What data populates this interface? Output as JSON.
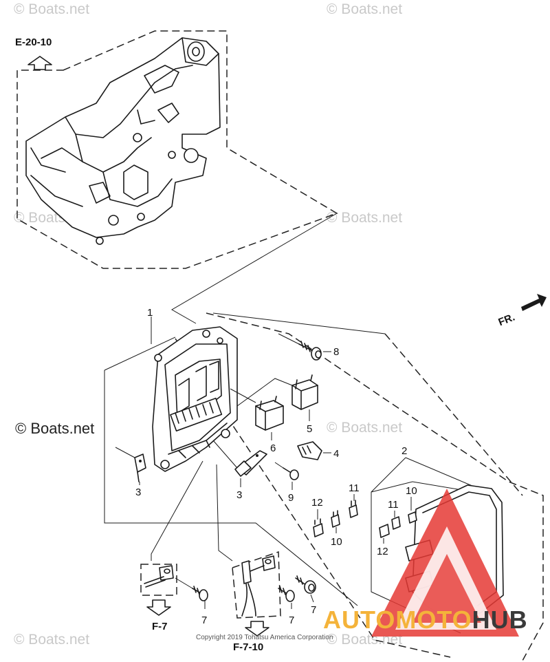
{
  "watermarks": {
    "text": "© Boats.net",
    "prominent": "© Boats.net"
  },
  "references": {
    "top_left": "E-20-10",
    "bottom_left": "F-7",
    "bottom_center": "F-7-10",
    "front": "FR."
  },
  "callouts": {
    "p1": "1",
    "p2": "2",
    "p3a": "3",
    "p3b": "3",
    "p4": "4",
    "p5": "5",
    "p6": "6",
    "p7a": "7",
    "p7b": "7",
    "p7c": "7",
    "p8": "8",
    "p9": "9",
    "p10a": "10",
    "p10b": "10",
    "p11a": "11",
    "p11b": "11",
    "p12a": "12",
    "p12b": "12"
  },
  "copyright": "Copyright 2019 Tohatsu America Corporation",
  "logo": {
    "part1": "AUTOMOTO",
    "part2": "HUB",
    "accent": "#f4b33a",
    "red": "#e53935"
  }
}
